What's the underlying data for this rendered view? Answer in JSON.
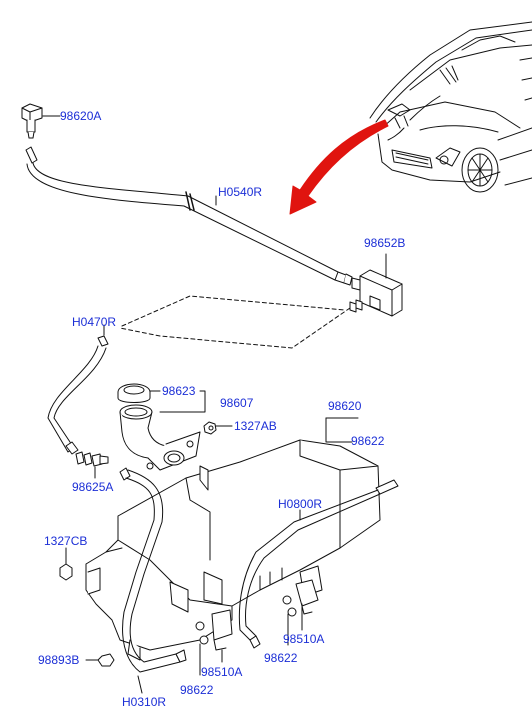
{
  "colors": {
    "label": "#1c2fd6",
    "line": "#111111",
    "arrow": "#e0140f",
    "fill": "#ffffff"
  },
  "labels": {
    "p98620A": "98620A",
    "pH0540R": "H0540R",
    "p98652B": "98652B",
    "pH0470R": "H0470R",
    "p98623": "98623",
    "p98607": "98607",
    "p1327AB": "1327AB",
    "p98620": "98620",
    "p98622_top": "98622",
    "p98625A": "98625A",
    "pH0800R": "H0800R",
    "p1327CB": "1327CB",
    "p98510A_right": "98510A",
    "p98622_right": "98622",
    "p98893B": "98893B",
    "p98510A_bottom": "98510A",
    "p98622_bottom": "98622",
    "pH0310R": "H0310R"
  }
}
